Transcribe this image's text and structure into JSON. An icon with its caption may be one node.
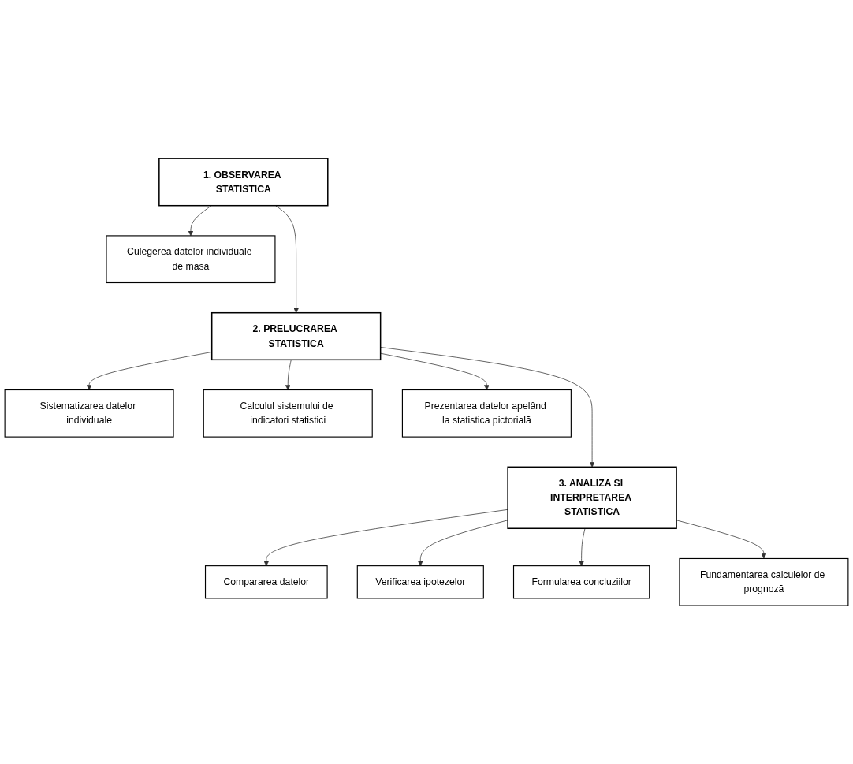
{
  "diagram": {
    "nodes": [
      {
        "text": [
          "1. OBSERVAREA STATISTICA"
        ]
      },
      {
        "text": [
          "Culegerea datelor individuale de masă"
        ]
      },
      {
        "text": [
          "2. PRELUCRAREA STATISTICA"
        ]
      },
      {
        "text": [
          "Sistematizarea datelor individuale"
        ]
      },
      {
        "text": [
          "Calculul sistemului de indicatori statistici"
        ]
      },
      {
        "text": [
          "Prezentarea datelor apelând la statistica pictorială"
        ]
      },
      {
        "text": [
          "3. ANALIZA SI INTERPRETAREA STATISTICA"
        ]
      },
      {
        "text": [
          "Compararea datelor"
        ]
      },
      {
        "text": [
          "Verificarea ipotezelor"
        ]
      },
      {
        "text": [
          "Formularea concluziilor"
        ]
      },
      {
        "text": [
          "Fundamentarea calculelor de prognoză"
        ]
      }
    ],
    "edges": [
      {
        "from": 0,
        "to": 1,
        "arrow": "to"
      },
      {
        "from": 0,
        "to": 2,
        "arrow": "to"
      },
      {
        "from": 2,
        "to": 3,
        "arrow": "to"
      },
      {
        "from": 2,
        "to": 4,
        "arrow": "to"
      },
      {
        "from": 2,
        "to": 5,
        "arrow": "to"
      },
      {
        "from": 2,
        "to": 6,
        "arrow": "to"
      },
      {
        "from": 6,
        "to": 7,
        "arrow": "to"
      },
      {
        "from": 6,
        "to": 8,
        "arrow": "to"
      },
      {
        "from": 6,
        "to": 9,
        "arrow": "to"
      },
      {
        "from": 6,
        "to": 10,
        "arrow": "to"
      }
    ]
  }
}
